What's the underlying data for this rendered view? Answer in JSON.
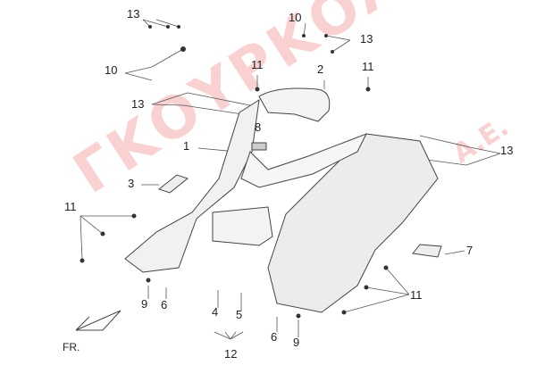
{
  "watermark": {
    "name": "ΓΚΟΥΡΚΟΛΗΣ",
    "suffix": "Α.Ε."
  },
  "callouts": {
    "c13a": "13",
    "c10a": "10",
    "c13b": "13",
    "c10b": "10",
    "c11a": "11",
    "c2": "2",
    "c11b": "11",
    "c13c": "13",
    "c8": "8",
    "c1": "1",
    "c13d": "13",
    "c3": "3",
    "c11c": "11",
    "c7": "7",
    "c11d": "11",
    "c9a": "9",
    "c6a": "6",
    "c4": "4",
    "c5": "5",
    "c6b": "6",
    "c9b": "9",
    "c12": "12"
  },
  "direction": {
    "label": "FR."
  }
}
